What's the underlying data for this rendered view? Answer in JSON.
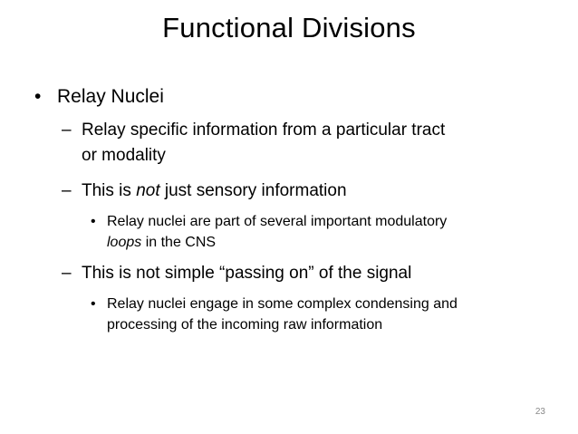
{
  "slide": {
    "title": "Functional Divisions",
    "page_number": "23",
    "bullet_symbol": "•",
    "dash_symbol": "–",
    "level1": {
      "text": "Relay Nuclei"
    },
    "item1": {
      "line1": "Relay specific information from a particular tract",
      "line2": "or modality"
    },
    "item2": {
      "before": "This is ",
      "emphasis": "not",
      "after": " just sensory information"
    },
    "sub1": {
      "line1": "Relay nuclei are part of several important modulatory",
      "emphasis": "loops",
      "line2_after": " in the CNS"
    },
    "item3": {
      "text": "This is not simple “passing on” of the signal"
    },
    "sub2": {
      "line1": "Relay nuclei engage in some complex condensing and",
      "line2": "processing of the incoming raw information"
    }
  }
}
